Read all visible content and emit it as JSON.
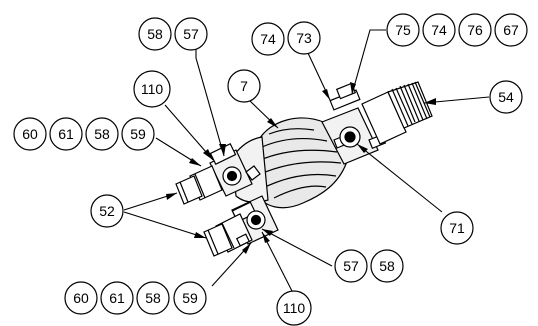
{
  "diagram": {
    "callouts": [
      {
        "id": "c-58-top",
        "label": "58"
      },
      {
        "id": "c-57-top",
        "label": "57"
      },
      {
        "id": "c-110-top",
        "label": "110"
      },
      {
        "id": "c-7",
        "label": "7"
      },
      {
        "id": "c-74-a",
        "label": "74"
      },
      {
        "id": "c-73",
        "label": "73"
      },
      {
        "id": "c-75",
        "label": "75"
      },
      {
        "id": "c-74-b",
        "label": "74"
      },
      {
        "id": "c-76",
        "label": "76"
      },
      {
        "id": "c-67",
        "label": "67"
      },
      {
        "id": "c-54",
        "label": "54"
      },
      {
        "id": "c-60-top",
        "label": "60"
      },
      {
        "id": "c-61-top",
        "label": "61"
      },
      {
        "id": "c-58-mid",
        "label": "58"
      },
      {
        "id": "c-59-top",
        "label": "59"
      },
      {
        "id": "c-52",
        "label": "52"
      },
      {
        "id": "c-71",
        "label": "71"
      },
      {
        "id": "c-57-bot",
        "label": "57"
      },
      {
        "id": "c-58-bot",
        "label": "58"
      },
      {
        "id": "c-60-bot",
        "label": "60"
      },
      {
        "id": "c-61-bot",
        "label": "61"
      },
      {
        "id": "c-58-bot2",
        "label": "58"
      },
      {
        "id": "c-59-bot",
        "label": "59"
      },
      {
        "id": "c-110-bot",
        "label": "110"
      }
    ]
  }
}
